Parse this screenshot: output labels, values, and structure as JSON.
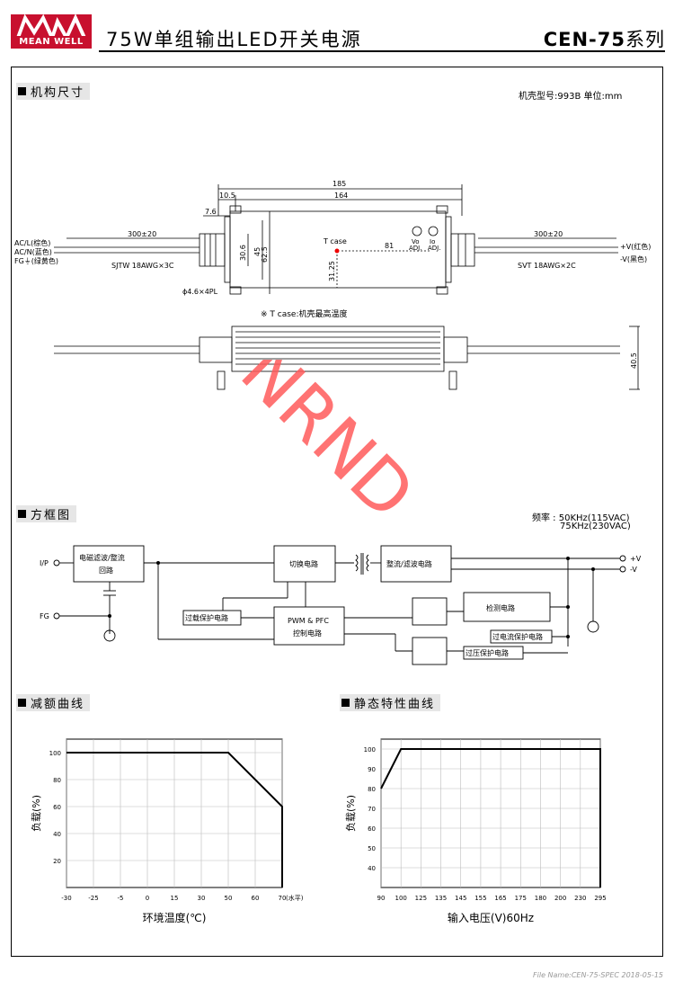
{
  "header": {
    "logo_text": "MEAN WELL",
    "title": "75W单组输出LED开关电源",
    "series_bold": "CEN-75",
    "series_suffix": "系列"
  },
  "sections": {
    "mechanical": "机构尺寸",
    "block": "方框图",
    "derating": "减额曲线",
    "static": "静态特性曲线"
  },
  "mechanical": {
    "case_note": "机壳型号:993B 单位:mm",
    "dim_185": "185",
    "dim_164": "164",
    "dim_105": "10.5",
    "dim_76": "7.6",
    "dim_306": "30.6",
    "dim_45": "45",
    "dim_625": "62.5",
    "dim_3125": "31.25",
    "dim_81": "81",
    "dim_405": "40.5",
    "dim_wire_l": "300±20",
    "dim_wire_r": "300±20",
    "tcase": "T case",
    "hole": "ϕ4.6×4PL",
    "vo_adj": "Vo ADJ.",
    "io_adj": "Io ADJ.",
    "vo": "Vo",
    "io": "Io",
    "adj": "ADJ.",
    "acl": "AC/L(棕色)",
    "acn": "AC/N(蓝色)",
    "fg": "FG⏚(绿黄色)",
    "cable_in": "SJTW 18AWG×3C",
    "cable_out": "SVT 18AWG×2C",
    "vplus": "+V(红色)",
    "vminus": "-V(黑色)",
    "tcase_note": "※ T case:机壳最高温度",
    "watermark": "NRND"
  },
  "block": {
    "freq_label": "频率 : 50KHz(115VAC)",
    "freq_2": "75KHz(230VAC)",
    "ip": "I/P",
    "fg": "FG",
    "emi_1": "电磁滤波/整流",
    "emi_2": "回路",
    "switch": "切换电路",
    "rect": "整流/滤波电路",
    "olp": "过载保护电路",
    "pwm_1": "PWM & PFC",
    "pwm_2": "控制电路",
    "detect": "检测电路",
    "ocp": "过电流保护电路",
    "ovp": "过压保护电路",
    "vplus": "+V",
    "vminus": "-V"
  },
  "chart_data": [
    {
      "type": "line",
      "title": "减额曲线",
      "xlabel": "环境温度(℃)",
      "ylabel": "负载(%)",
      "x_unit": "(水平)",
      "x_ticks": [
        "-30",
        "-25",
        "-5",
        "0",
        "15",
        "30",
        "50",
        "60",
        "70"
      ],
      "y_ticks": [
        "20",
        "40",
        "60",
        "80",
        "100"
      ],
      "ylim": [
        0,
        110
      ],
      "series": [
        {
          "x": [
            "-30",
            "50",
            "70",
            "70"
          ],
          "y": [
            100,
            100,
            60,
            0
          ]
        }
      ]
    },
    {
      "type": "line",
      "title": "静态特性曲线",
      "xlabel": "输入电压(V)60Hz",
      "ylabel": "负载(%)",
      "x_ticks": [
        "90",
        "100",
        "125",
        "135",
        "145",
        "155",
        "165",
        "175",
        "180",
        "200",
        "230",
        "295"
      ],
      "y_ticks": [
        "40",
        "50",
        "60",
        "70",
        "80",
        "90",
        "100"
      ],
      "ylim": [
        30,
        105
      ],
      "series": [
        {
          "x": [
            "90",
            "100",
            "295",
            "295"
          ],
          "y": [
            80,
            100,
            100,
            30
          ]
        }
      ]
    }
  ],
  "footer": "File Name:CEN-75-SPEC   2018-05-15"
}
